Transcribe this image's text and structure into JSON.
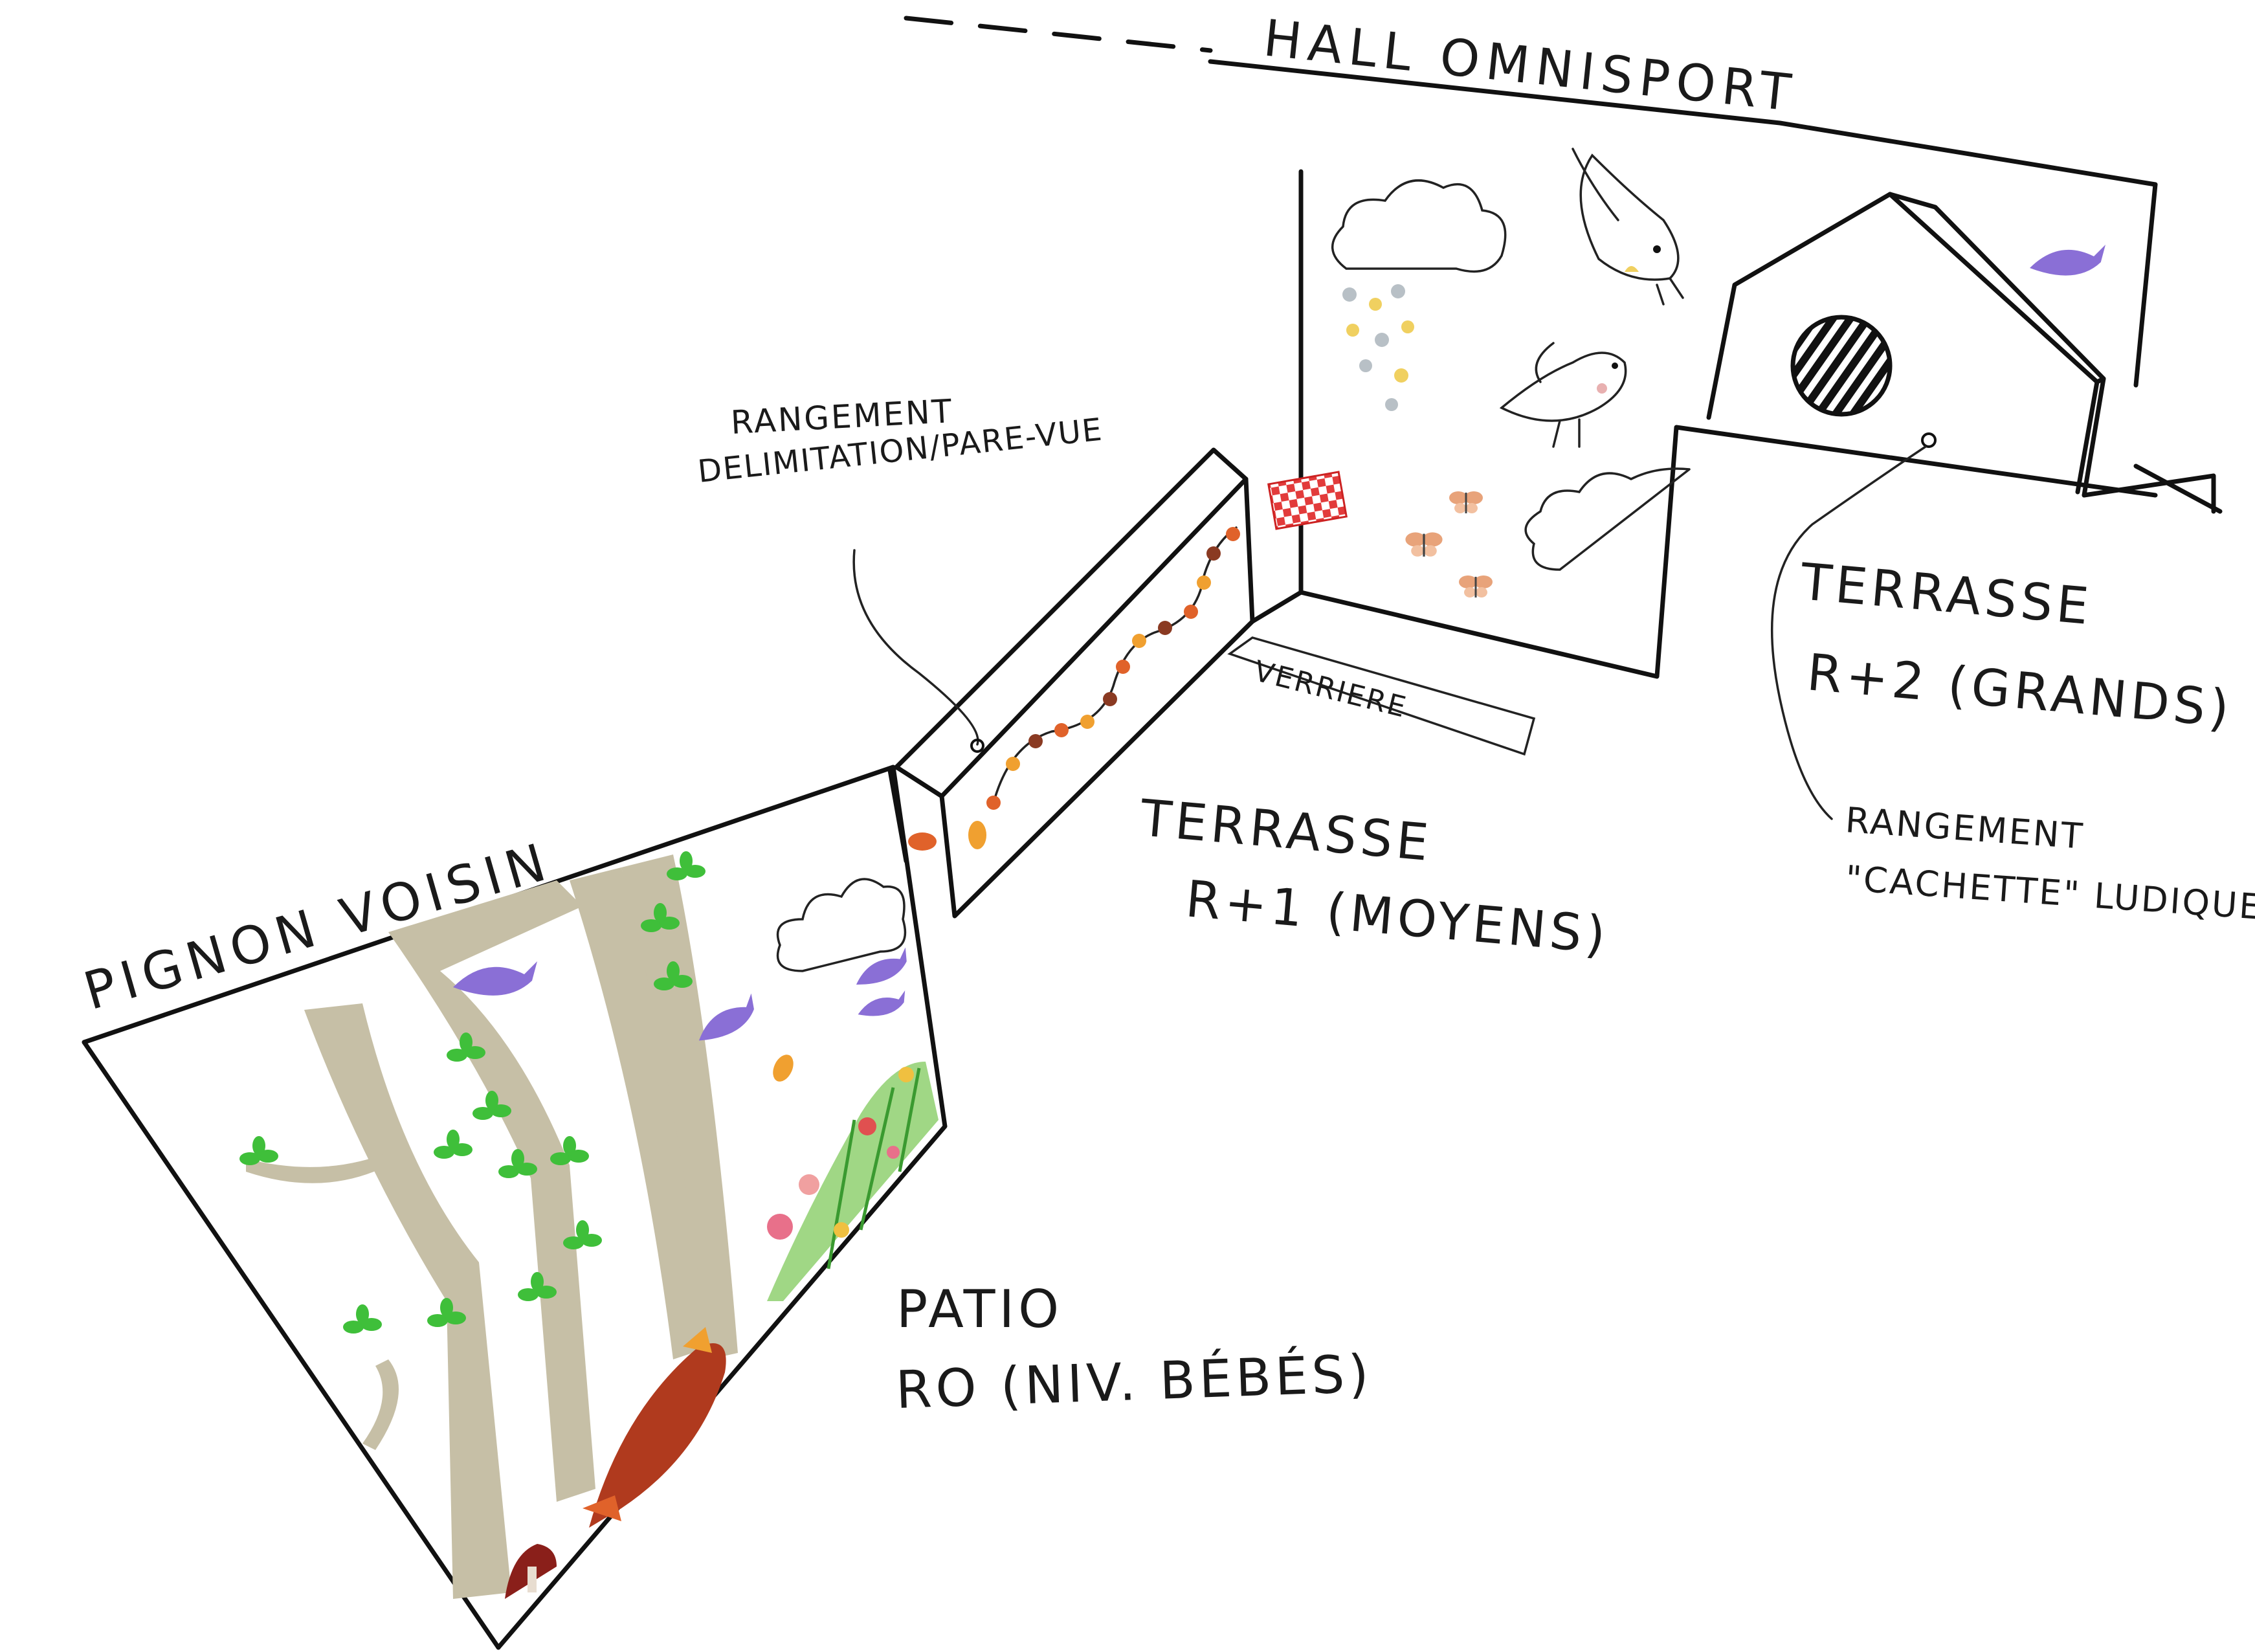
{
  "labels": {
    "hall": "HALL OMNISPORT",
    "pignon": "PIGNON VOISIN",
    "rangement_left_line1": "RANGEMENT",
    "rangement_left_line2": "DELIMITATION/PARE-VUE",
    "verriere": "VERRIERE",
    "terrasse_r1_line1": "TERRASSE",
    "terrasse_r1_line2": "R+1 (MOYENS)",
    "terrasse_r2_line1": "TERRASSE",
    "terrasse_r2_line2": "R+2 (GRANDS)",
    "rangement_right_line1": "RANGEMENT",
    "rangement_right_line2": "\"CACHETTE\" LUDIQUE",
    "patio_line1": "PATIO",
    "patio_line2": "RO (NIV. BÉBÉS)"
  },
  "colors": {
    "ink": "#111111",
    "trunk": "#c6bfa6",
    "leaf": "#3fbf3a",
    "bird": "#8a6fd6",
    "fox": "#b03a1e",
    "checker": "#e23b3b",
    "butterfly": "#e8a37a",
    "raindrop_a": "#b8c0c6",
    "raindrop_b": "#f0d060"
  },
  "icons": [
    "cloud-icon",
    "bird-icon",
    "butterfly-icon",
    "fox-icon",
    "mushroom-icon",
    "leaf-garland-icon",
    "checkered-flag-icon",
    "raindrop-icon",
    "round-window-icon",
    "flowers-icon",
    "tree-icon"
  ]
}
